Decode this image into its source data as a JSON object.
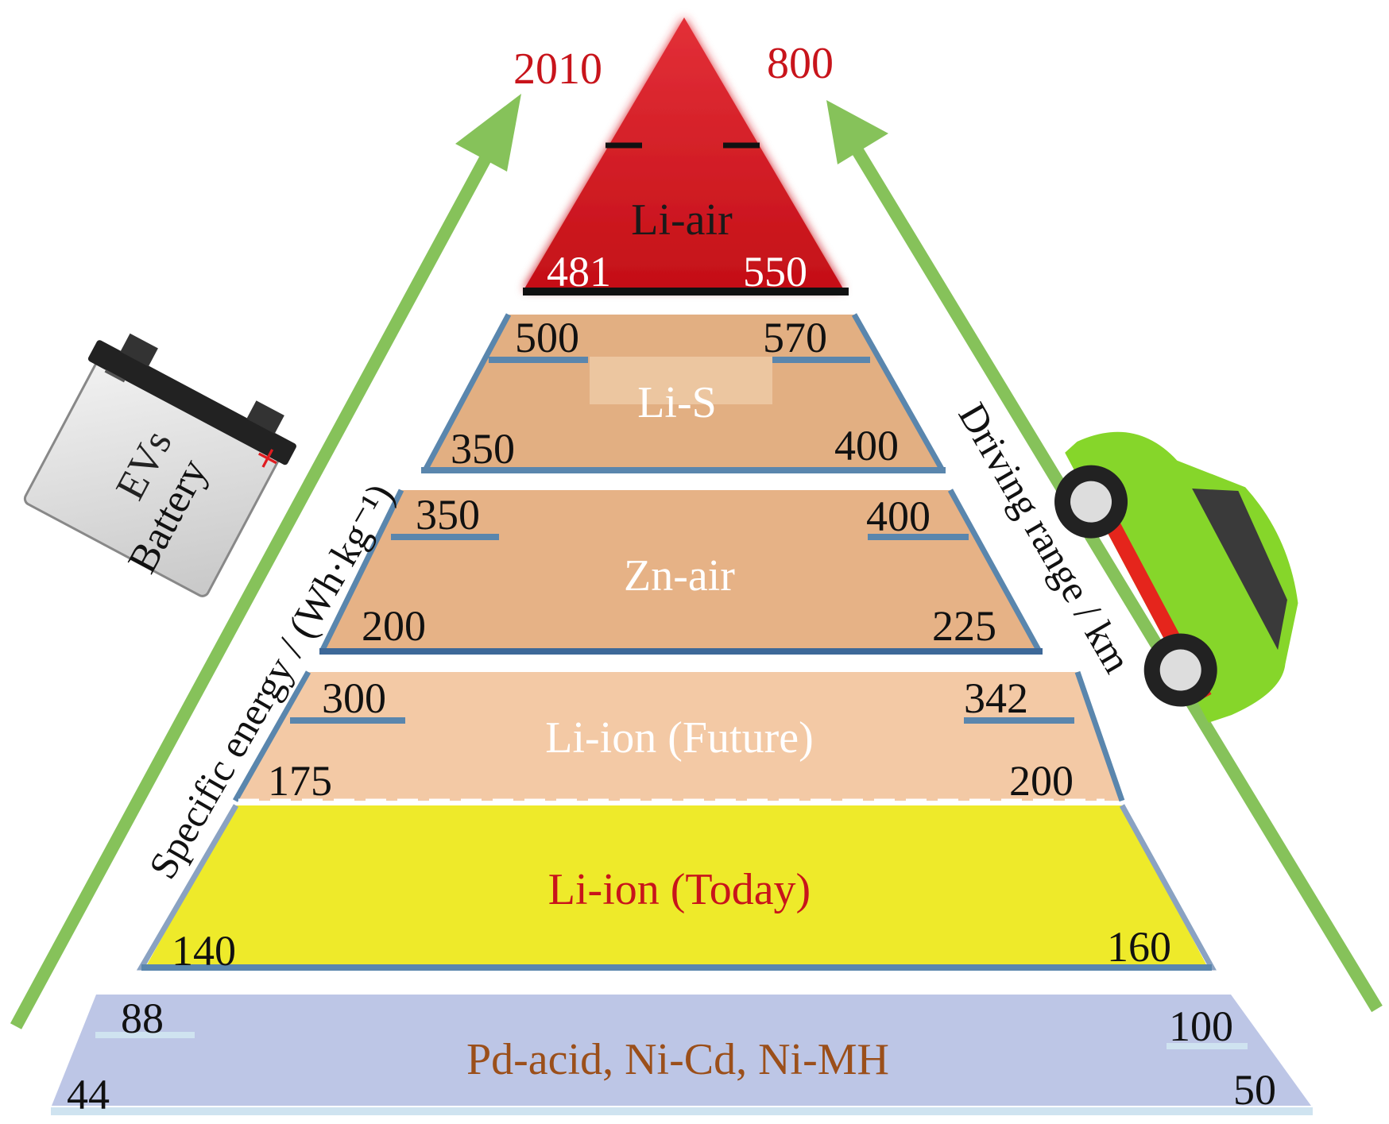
{
  "top_labels": {
    "left": "2010",
    "right": "800"
  },
  "axis_labels": {
    "left": "Specific energy / (Wh·kg⁻¹)",
    "right": "Driving range / km"
  },
  "battery_icon": {
    "line1": "EVs",
    "line2": "Battery",
    "plus": "+",
    "minus": "−"
  },
  "tiers": [
    {
      "label": "Li-air",
      "top_left": "",
      "top_right": "",
      "bottom_left": "481",
      "bottom_right": "550",
      "color": "#cc1018",
      "label_color": "#1a1a1a"
    },
    {
      "label": "Li-S",
      "top_left": "500",
      "top_right": "570",
      "bottom_left": "350",
      "bottom_right": "400",
      "color": "#e2af82",
      "label_color": "#ffffff"
    },
    {
      "label": "Zn-air",
      "top_left": "350",
      "top_right": "400",
      "bottom_left": "200",
      "bottom_right": "225",
      "color": "#e6b286",
      "label_color": "#ffffff"
    },
    {
      "label": "Li-ion (Future)",
      "top_left": "300",
      "top_right": "342",
      "bottom_left": "175",
      "bottom_right": "200",
      "color": "#f3c9a5",
      "label_color": "#ffffff"
    },
    {
      "label": "Li-ion (Today)",
      "top_left": "",
      "top_right": "",
      "bottom_left": "140",
      "bottom_right": "160",
      "color": "#eeea2a",
      "label_color": "#c8141b"
    },
    {
      "label": "Pd-acid, Ni-Cd, Ni-MH",
      "top_left": "88",
      "top_right": "100",
      "bottom_left": "44",
      "bottom_right": "50",
      "color": "#bdc6e6",
      "label_color": "#9b4f1a"
    }
  ],
  "colors": {
    "arrow": "#86c25a",
    "edge": "#5a86ad",
    "car_body": "#86d62a",
    "car_accent": "#e5251c"
  }
}
